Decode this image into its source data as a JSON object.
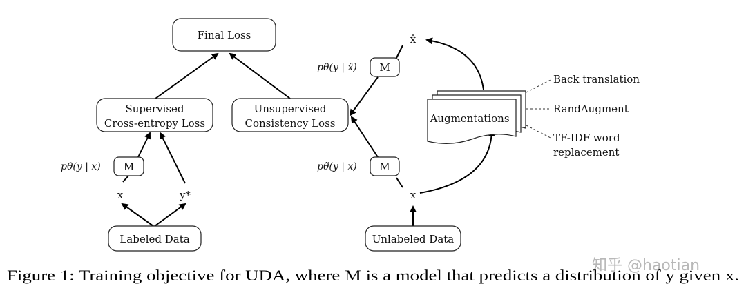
{
  "diagram": {
    "nodes": {
      "final_loss": "Final Loss",
      "supervised_loss": [
        "Supervised",
        "Cross-entropy Loss"
      ],
      "unsupervised_loss": [
        "Unsupervised",
        "Consistency Loss"
      ],
      "augmentations": "Augmentations",
      "labeled_data": "Labeled Data",
      "unlabeled_data": "Unlabeled Data",
      "model_left": "M",
      "model_right_top": "M",
      "model_right_bottom": "M"
    },
    "variables": {
      "x_left": "x",
      "y_star": "y*",
      "x_right": "x",
      "x_hat": "x̂"
    },
    "formulas": {
      "left": "pθ(y | x)",
      "right_top": "pθ(y | x̂)",
      "right_bottom": "pθ̃(y | x)"
    },
    "augmentation_methods": [
      "Back translation",
      "RandAugment",
      "TF-IDF word",
      "replacement"
    ]
  },
  "caption": "Figure 1: Training objective for UDA, where M is a model that predicts a distribution of y given x.",
  "watermark": "知乎 @haotian"
}
